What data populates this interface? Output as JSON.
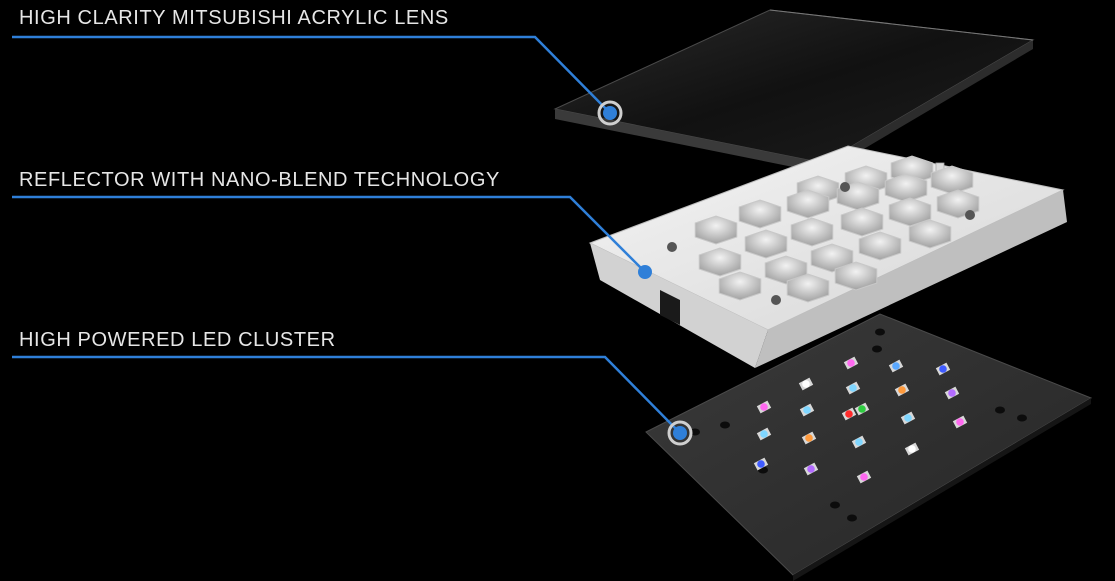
{
  "callouts": {
    "lens": "HIGH CLARITY MITSUBISHI ACRYLIC LENS",
    "reflector": "REFLECTOR WITH NANO-BLEND TECHNOLOGY",
    "led": "HIGH POWERED LED CLUSTER"
  },
  "colors": {
    "background": "#000000",
    "callout_line": "#2f7fd8",
    "callout_dot": "#2f7fd8",
    "label_text": "#e6e6e6",
    "lens_body": "#121212",
    "reflector_body": "#e9e9e9",
    "board_body": "#2b2b2b"
  },
  "led_colors": [
    "#ff69f0",
    "#5aa8ff",
    "#3f5bff",
    "#ffffff",
    "#ff9a3c",
    "#ff2a2a",
    "#2ecc40",
    "#b36bff",
    "#7fd6ff"
  ]
}
